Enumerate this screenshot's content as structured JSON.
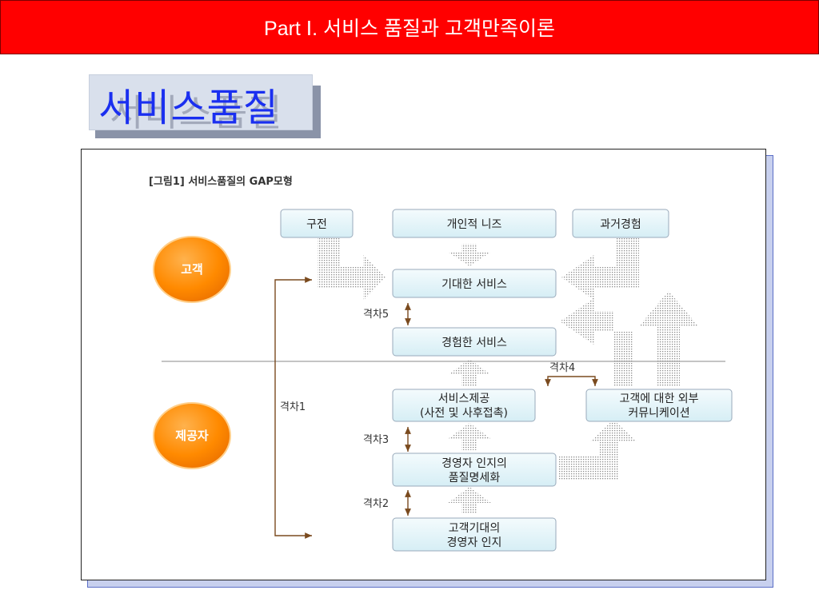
{
  "header": {
    "title": "Part Ⅰ. 서비스 품질과 고객만족이론"
  },
  "slide": {
    "title": "서비스품질"
  },
  "figure": {
    "caption": "[그림1] 서비스품질의 GAP모형",
    "roles": {
      "customer": "고객",
      "provider": "제공자"
    },
    "boxes": {
      "word_of_mouth": "구전",
      "personal_needs": "개인적 니즈",
      "past_experience": "과거경험",
      "expected_service": "기대한 서비스",
      "experienced_service": "경험한 서비스",
      "service_delivery_1": "서비스제공",
      "service_delivery_2": "(사전 및 사후접촉)",
      "external_comm_1": "고객에 대한 외부",
      "external_comm_2": "커뮤니케이션",
      "spec_1": "경영자 인지의",
      "spec_2": "품질명세화",
      "perception_1": "고객기대의",
      "perception_2": "경영자 인지"
    },
    "gaps": {
      "gap1": "격차1",
      "gap2": "격차2",
      "gap3": "격차3",
      "gap4": "격차4",
      "gap5": "격차5"
    }
  }
}
